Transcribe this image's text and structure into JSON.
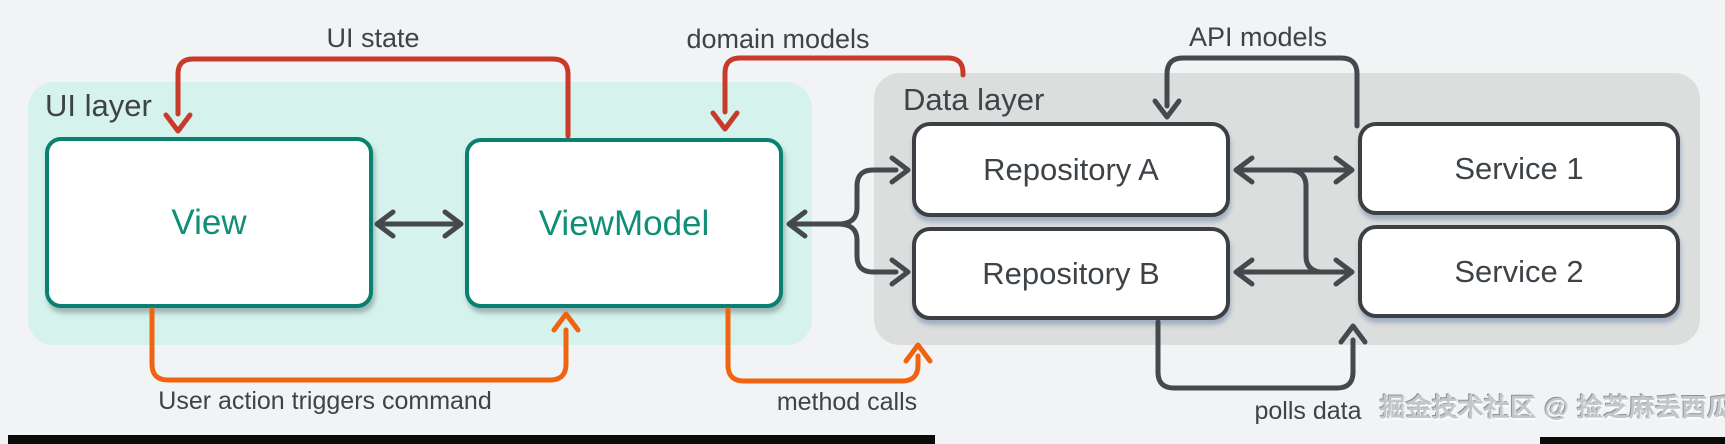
{
  "colors": {
    "page-bg": "#f1f3f4",
    "ui-layer-bg": "#d5f2ec",
    "data-layer-bg": "#dcdddd",
    "teal": "#0a8170",
    "teal-text": "#0f8f77",
    "dark": "#45484d",
    "text": "#3e4347",
    "red": "#c83a2a",
    "orange": "#f06411"
  },
  "ui_layer": {
    "label": "UI layer",
    "boxes": {
      "view": {
        "label": "View"
      },
      "viewmodel": {
        "label": "ViewModel"
      }
    }
  },
  "data_layer": {
    "label": "Data layer",
    "boxes": {
      "repository_a": {
        "label": "Repository A"
      },
      "repository_b": {
        "label": "Repository B"
      },
      "service_1": {
        "label": "Service 1"
      },
      "service_2": {
        "label": "Service 2"
      }
    }
  },
  "arrow_labels": {
    "ui_state": "UI state",
    "domain_models": "domain models",
    "api_models": "API models",
    "user_action": "User action triggers command",
    "method_calls": "method calls",
    "polls_data": "polls data"
  },
  "watermark": "掘金技术社区 @ 捡芝麻丢西瓜"
}
